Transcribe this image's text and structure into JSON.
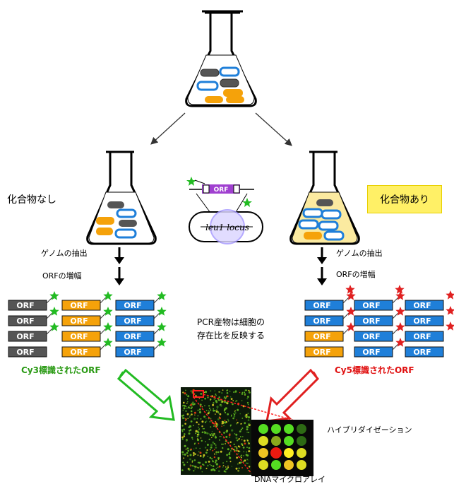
{
  "labels": {
    "no_compound": "化合物なし",
    "with_compound": "化合物あり",
    "genome_extract_left": "ゲノムの抽出",
    "orf_amplify_left": "ORFの増幅",
    "genome_extract_right": "ゲノムの抽出",
    "orf_amplify_right": "ORFの増幅",
    "pcr_note_line1": "PCR産物は細胞の",
    "pcr_note_line2": "存在比を反映する",
    "cy3": "Cy3標識されたORF",
    "cy5": "Cy5標識されたORF",
    "hybridization": "ハイブリダイゼーション",
    "microarray": "DNAマイクロアレイ",
    "orf": "ORF",
    "locus": "leu1 locus"
  },
  "colors": {
    "gray": "#555555",
    "orange": "#f5a20a",
    "blue": "#1f7fd9",
    "green_star": "#22bb22",
    "red_star": "#e02020",
    "yellow_badge": "#fff066"
  }
}
